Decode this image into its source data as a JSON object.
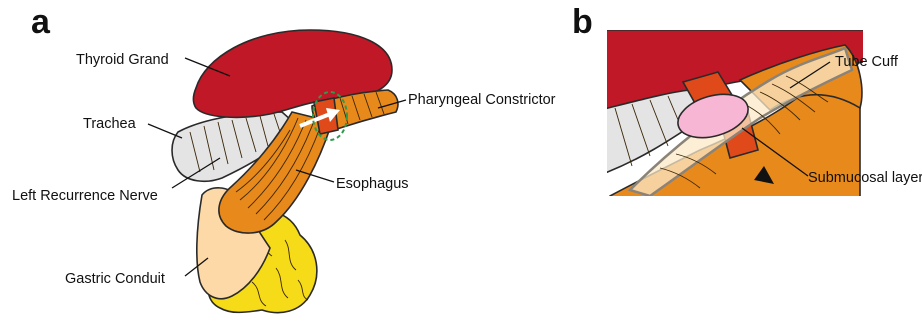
{
  "panels": [
    {
      "letter": "a"
    },
    {
      "letter": "b"
    }
  ],
  "panel_a_labels": {
    "thyroid": "Thyroid  Grand",
    "pharyngeal": "Pharyngeal Constrictor",
    "trachea": "Trachea",
    "esophagus": "Esophagus",
    "nerve": "Left Recurrence Nerve",
    "gastric": "Gastric Conduit"
  },
  "panel_b_labels": {
    "cuff": "Tube Cuff",
    "submucosal": "Submucosal layer"
  },
  "colors": {
    "thyroid": "#c01826",
    "esophagus": "#e8891c",
    "constrictor": "#e04a1a",
    "gastric_outer": "#f6db18",
    "gastric_inner": "#fcd9a6",
    "trachea": "#e4e4e4",
    "cuff": "#f7b7d4",
    "mark": "#2e9a4a"
  }
}
